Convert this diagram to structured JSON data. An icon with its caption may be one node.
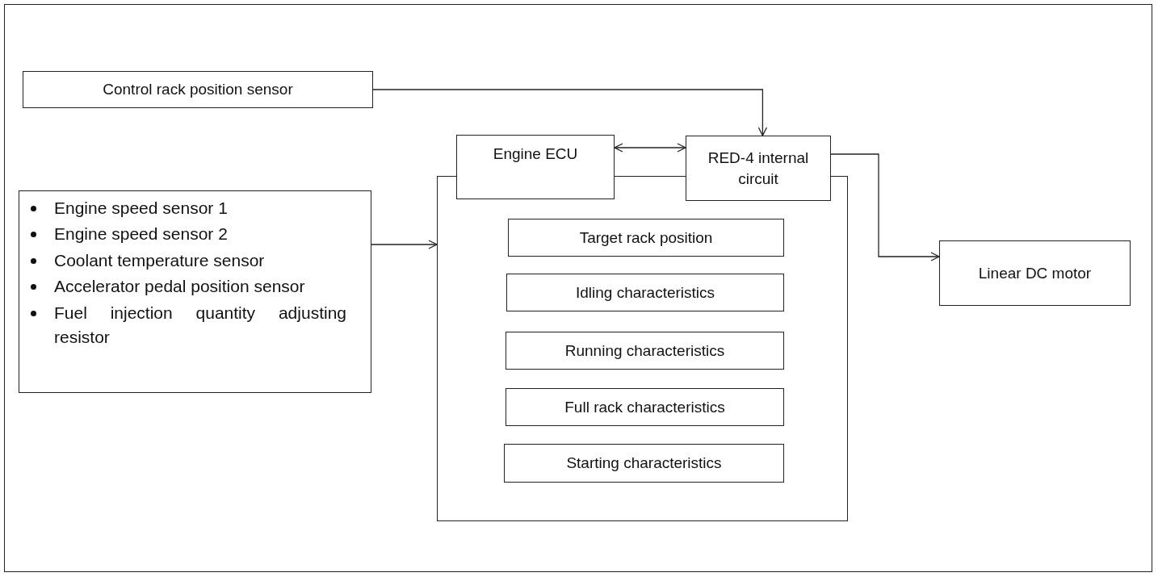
{
  "diagram": {
    "nodes": [
      {
        "text": [
          "Control rack position sensor"
        ]
      },
      {
        "text": [
          "Engine ECU"
        ]
      },
      {
        "text": [
          "RED-4 internal circuit"
        ]
      },
      {
        "text": [
          "Engine speed sensor 1",
          "Engine speed sensor 2",
          "Coolant temperature sensor",
          "Accelerator pedal position sensor",
          "Fuel injection quantity adjusting resistor"
        ]
      },
      {
        "text": [],
        "shape": "box"
      },
      {
        "text": [
          "Target rack position"
        ],
        "in": 4
      },
      {
        "text": [
          "Idling characteristics"
        ],
        "in": 4
      },
      {
        "text": [
          "Running characteristics"
        ],
        "in": 4
      },
      {
        "text": [
          "Full rack characteristics"
        ],
        "in": 4
      },
      {
        "text": [
          "Starting characteristics"
        ],
        "in": 4
      },
      {
        "text": [
          "Linear DC motor"
        ]
      }
    ],
    "edges": [
      {
        "from": 0,
        "to": 2,
        "arrow": "to"
      },
      {
        "from": 1,
        "to": 2,
        "arrow": "both"
      },
      {
        "from": 3,
        "to": 4,
        "arrow": "to"
      },
      {
        "from": 2,
        "to": 10,
        "arrow": "to"
      }
    ]
  }
}
